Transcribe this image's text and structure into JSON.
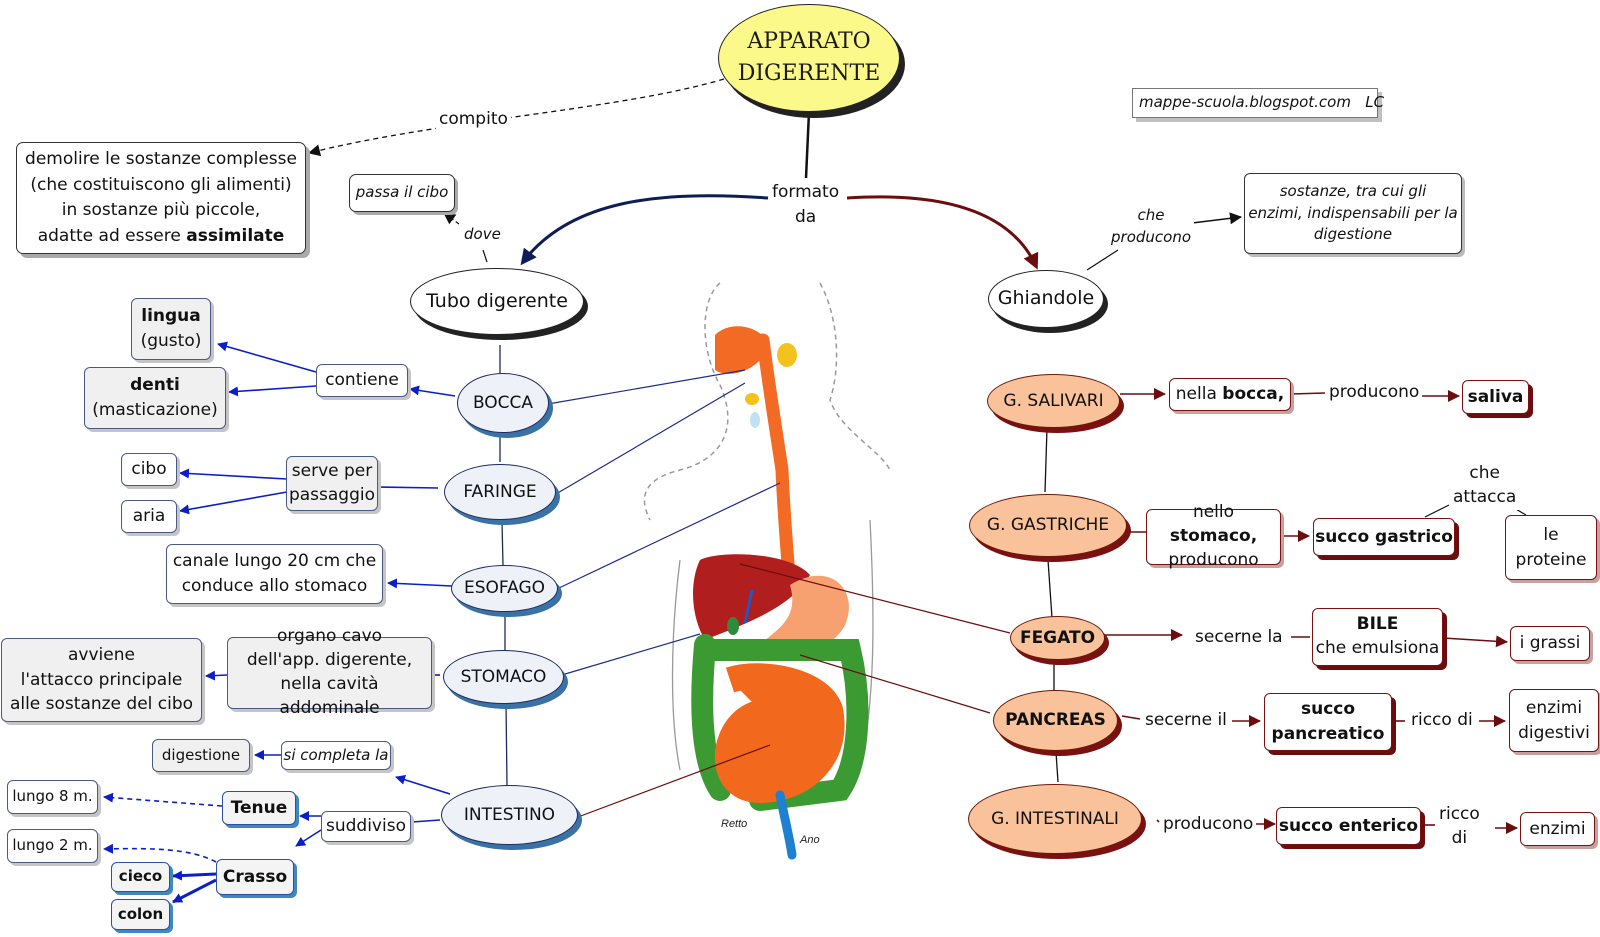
{
  "title": {
    "line1": "APPARATO",
    "line2": "DIGERENTE"
  },
  "credit": "mappe-scuola.blogspot.com   LC",
  "links": {
    "compito": "compito",
    "formato": "formato",
    "da": "da",
    "dove": "dove",
    "che": "che",
    "producono": "producono",
    "contiene": "contiene",
    "serve_per": "serve per",
    "passaggio": "passaggio",
    "si_completa_la": "si completa la",
    "suddiviso": "suddiviso",
    "producono_saliva": "producono",
    "che_attacca_1": "che",
    "che_attacca_2": "attacca",
    "secerne_la": "secerne la",
    "secerne_il": "secerne il",
    "ricco_di_1": "ricco di",
    "producono_enterico": "producono",
    "ricco_di_2a": "ricco",
    "ricco_di_2b": "di"
  },
  "compito_box": {
    "line1": "demolire le sostanze complesse",
    "line2": "(che costituiscono gli alimenti)",
    "line3": "in sostanze più piccole,",
    "line4a": "adatte ad essere ",
    "line4b": "assimilate"
  },
  "passa": "passa il cibo",
  "tubo": "Tubo digerente",
  "ghiandole": "Ghiandole",
  "sostanze_box": {
    "line1": "sostanze, tra cui gli",
    "line2": "enzimi, indispensabili per la",
    "line3": "digestione"
  },
  "organs": {
    "bocca": "BOCCA",
    "faringe": "FARINGE",
    "esofago": "ESOFAGO",
    "stomaco": "STOMACO",
    "intestino": "INTESTINO"
  },
  "left": {
    "lingua": "lingua",
    "gusto": "(gusto)",
    "denti": "denti",
    "masticazione": "(masticazione)",
    "cibo": "cibo",
    "aria": "aria",
    "canale_1": "canale lungo 20 cm che",
    "canale_2": "conduce allo stomaco",
    "organo_1": "organo cavo",
    "organo_2": "dell'app. digerente,",
    "organo_3": "nella cavità addominale",
    "avviene_1": "avviene",
    "avviene_2": "l'attacco principale",
    "avviene_3": "alle sostanze del cibo",
    "digestione": "digestione",
    "tenue": "Tenue",
    "crasso": "Crasso",
    "lungo8": "lungo 8 m.",
    "lungo2": "lungo 2 m.",
    "cieco": "cieco",
    "colon": "colon"
  },
  "glands": {
    "salivari": "G. SALIVARI",
    "gastriche": "G. GASTRICHE",
    "fegato": "FEGATO",
    "pancreas": "PANCREAS",
    "intestinali": "G. INTESTINALI"
  },
  "right": {
    "nella_bocca_a": "nella ",
    "nella_bocca_b": "bocca,",
    "saliva": "saliva",
    "nello_stomaco_a": "nello ",
    "nello_stomaco_b": "stomaco,",
    "nello_stomaco_c": "producono",
    "succo_gastrico": "succo gastrico",
    "le": "le",
    "proteine": "proteine",
    "bile_1": "BILE",
    "bile_2": "che emulsiona",
    "grassi": "i grassi",
    "succo_panc_1": "succo",
    "succo_panc_2": "pancreatico",
    "enzimi_dig_1": "enzimi",
    "enzimi_dig_2": "digestivi",
    "succo_enterico": "succo enterico",
    "enzimi": "enzimi"
  },
  "illustration": {
    "retto": "Retto",
    "ano": "Ano"
  },
  "colors": {
    "blue_arrow": "#0b1fc4",
    "dark_red": "#6b0d0d",
    "title_fill": "#fbf98a",
    "gland_fill": "#f9c29a",
    "organ_fill": "#eef2f8"
  }
}
